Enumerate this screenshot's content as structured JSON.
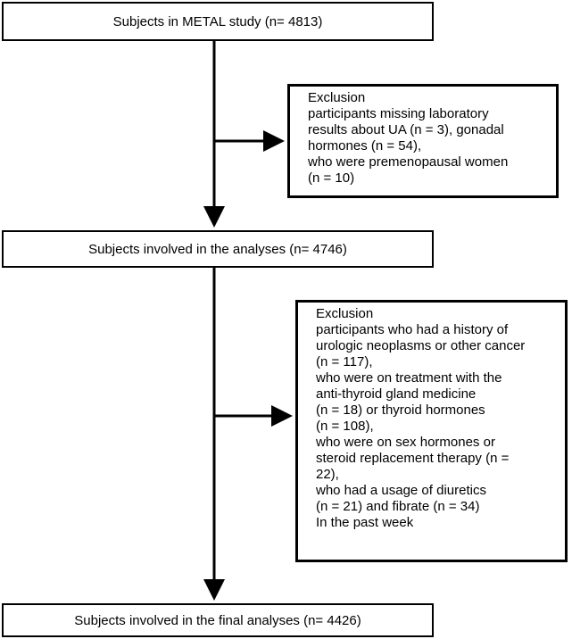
{
  "flow": {
    "box1": "Subjects in METAL study (n= 4813)",
    "box2": "Subjects involved in the analyses (n= 4746)",
    "box3": "Subjects involved in the final analyses (n= 4426)"
  },
  "exclusion1": {
    "lines": [
      "Exclusion",
      "participants missing laboratory",
      "results about UA (n = 3), gonadal",
      "hormones (n = 54),",
      "who were premenopausal women",
      "(n = 10)"
    ]
  },
  "exclusion2": {
    "lines": [
      "Exclusion",
      "participants who had a history of",
      "urologic neoplasms or other cancer",
      "(n = 117),",
      "who were on treatment with the",
      "anti-thyroid gland medicine",
      "(n = 18) or thyroid hormones",
      "(n = 108),",
      "who were on sex hormones or",
      "steroid replacement therapy (n =",
      "22),",
      "who had a usage of diuretics",
      "(n = 21) and fibrate (n = 34)",
      "In the past week"
    ]
  }
}
